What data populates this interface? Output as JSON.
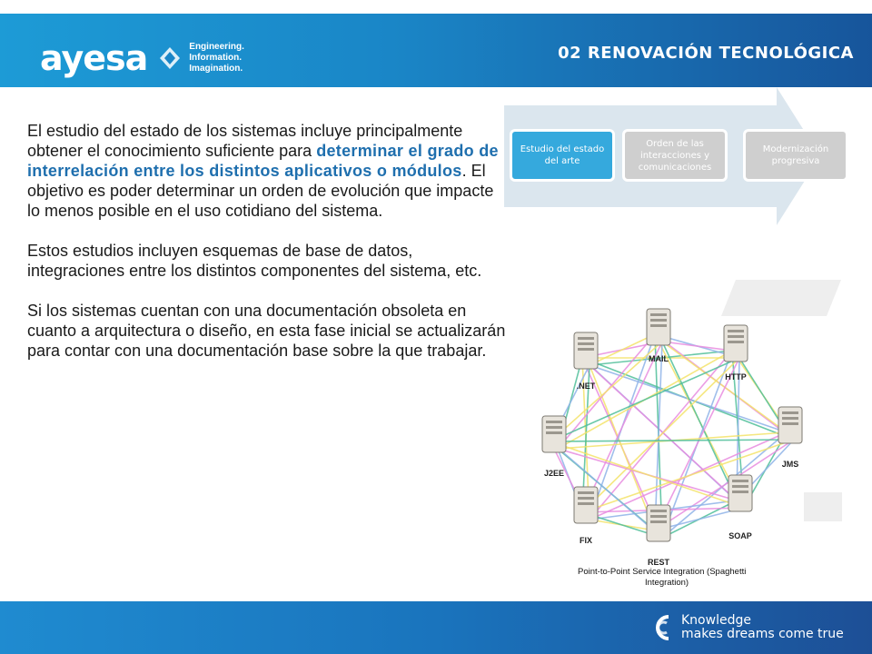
{
  "header": {
    "logo_text": "ayesa",
    "tagline": [
      "Engineering.",
      "Information.",
      "Imagination."
    ],
    "section_title": "02 RENOVACIÓN TECNOLÓGICA",
    "colors": {
      "primary": "#1a86c7",
      "dark": "#17559b"
    }
  },
  "body": {
    "p1": {
      "before": "El estudio del estado de los sistemas incluye principalmente obtener el conocimiento suficiente para ",
      "highlight": "determinar el grado de interrelación entre los distintos aplicativos o módulos",
      "after": ". El objetivo es poder determinar un orden de evolución que impacte lo menos posible en el uso cotidiano del sistema."
    },
    "p2": "Estos estudios incluyen esquemas de base de datos, integraciones entre los distintos componentes del sistema, etc.",
    "p3": "Si los sistemas cuentan con una documentación obsoleta en cuanto a arquitectura o diseño, en esta fase inicial se actualizarán para contar con una documentación base sobre la que trabajar."
  },
  "process": {
    "steps": [
      {
        "label": "Estudio del estado del arte",
        "active": true
      },
      {
        "label": "Orden de las interacciones y comunicaciones",
        "active": false
      },
      {
        "label": "Modernización progresiva",
        "active": false
      }
    ]
  },
  "diagram": {
    "nodes": [
      ".NET",
      "MAIL",
      "HTTP",
      "JMS",
      "SOAP",
      "REST",
      "FIX",
      "J2EE"
    ],
    "caption_line1": "Point-to-Point Service Integration (Spaghetti",
    "caption_line2": "Integration)",
    "line_colors": [
      "#e88ce0",
      "#f4e36a",
      "#4fbf9a",
      "#8fb3e8"
    ]
  },
  "footer": {
    "slogan_line1": "Knowledge",
    "slogan_line2": "makes dreams come true"
  }
}
